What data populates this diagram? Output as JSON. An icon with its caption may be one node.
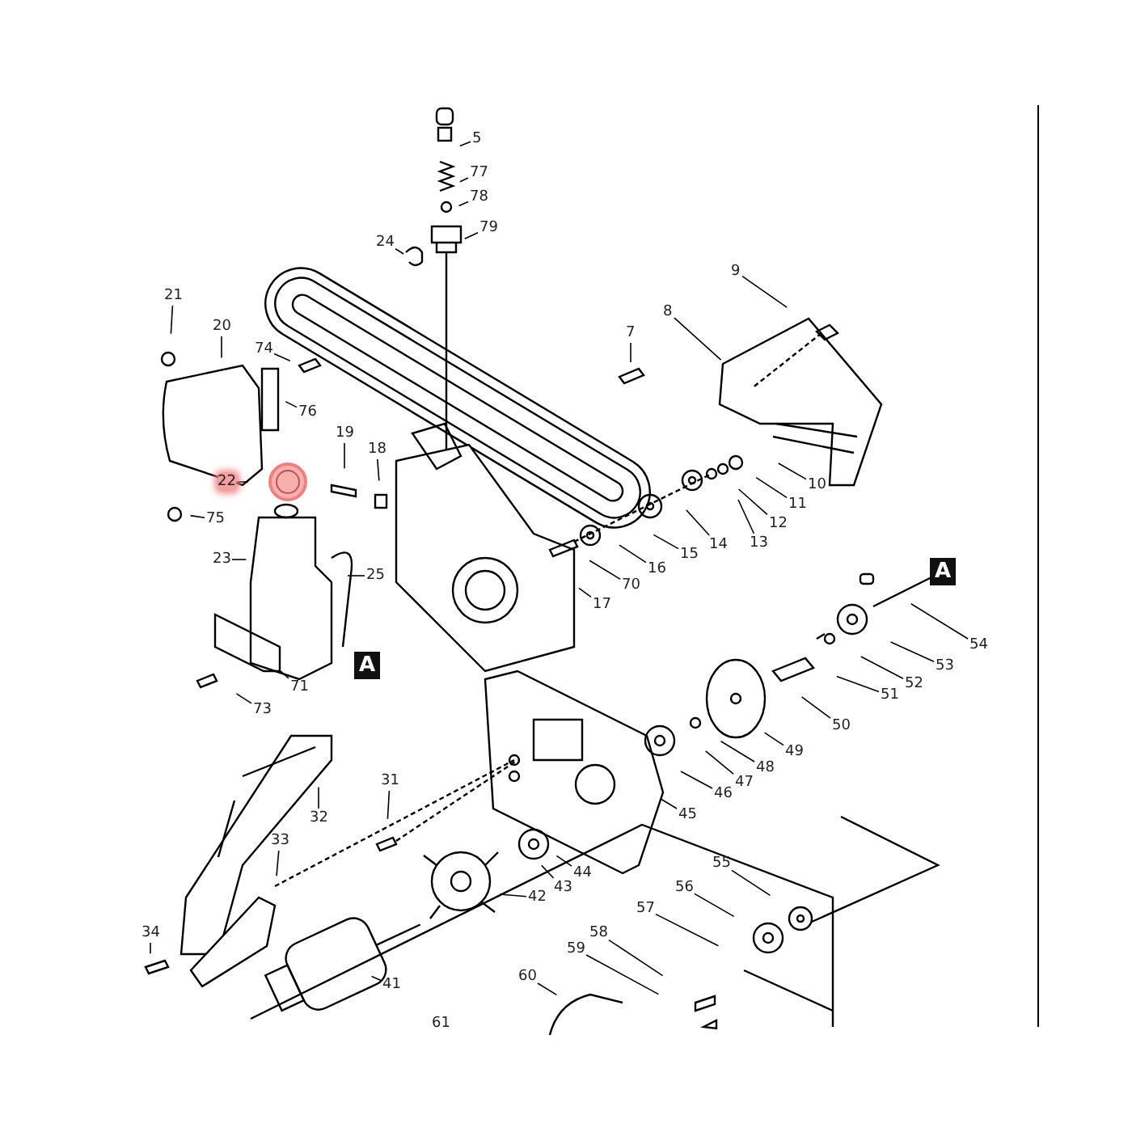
{
  "diagram": {
    "nodes": [
      {
        "text": [
          "5"
        ]
      },
      {
        "text": [
          "77"
        ]
      },
      {
        "text": [
          "78"
        ]
      },
      {
        "text": [
          "79"
        ]
      },
      {
        "text": [
          "24"
        ]
      },
      {
        "text": [
          "9"
        ]
      },
      {
        "text": [
          "8"
        ]
      },
      {
        "text": [
          "7"
        ]
      },
      {
        "text": [
          "21"
        ]
      },
      {
        "text": [
          "20"
        ]
      },
      {
        "text": [
          "74"
        ]
      },
      {
        "text": [
          "76"
        ]
      },
      {
        "text": [
          "19"
        ]
      },
      {
        "text": [
          "18"
        ]
      },
      {
        "text": [
          "22"
        ]
      },
      {
        "text": [
          "75"
        ]
      },
      {
        "text": [
          "10"
        ]
      },
      {
        "text": [
          "11"
        ]
      },
      {
        "text": [
          "12"
        ]
      },
      {
        "text": [
          "13"
        ]
      },
      {
        "text": [
          "14"
        ]
      },
      {
        "text": [
          "15"
        ]
      },
      {
        "text": [
          "16"
        ]
      },
      {
        "text": [
          "70"
        ]
      },
      {
        "text": [
          "17"
        ]
      },
      {
        "text": [
          "23"
        ]
      },
      {
        "text": [
          "25"
        ]
      },
      {
        "text": [
          "54"
        ]
      },
      {
        "text": [
          "53"
        ]
      },
      {
        "text": [
          "52"
        ]
      },
      {
        "text": [
          "51"
        ]
      },
      {
        "text": [
          "50"
        ]
      },
      {
        "text": [
          "49"
        ]
      },
      {
        "text": [
          "48"
        ]
      },
      {
        "text": [
          "47"
        ]
      },
      {
        "text": [
          "46"
        ]
      },
      {
        "text": [
          "45"
        ]
      },
      {
        "text": [
          "71"
        ]
      },
      {
        "text": [
          "73"
        ]
      },
      {
        "text": [
          "32"
        ]
      },
      {
        "text": [
          "31"
        ]
      },
      {
        "text": [
          "33"
        ]
      },
      {
        "text": [
          "44"
        ]
      },
      {
        "text": [
          "43"
        ]
      },
      {
        "text": [
          "42"
        ]
      },
      {
        "text": [
          "34"
        ]
      },
      {
        "text": [
          "41"
        ]
      },
      {
        "text": [
          "55"
        ]
      },
      {
        "text": [
          "56"
        ]
      },
      {
        "text": [
          "57"
        ]
      },
      {
        "text": [
          "58"
        ]
      },
      {
        "text": [
          "59"
        ]
      },
      {
        "text": [
          "60"
        ]
      }
    ],
    "edges": [
      {
        "from": 0,
        "to": null,
        "arrow": "none"
      },
      {
        "from": 1,
        "to": null,
        "arrow": "none"
      },
      {
        "from": 2,
        "to": null,
        "arrow": "none"
      },
      {
        "from": 3,
        "to": null,
        "arrow": "none"
      },
      {
        "from": 4,
        "to": null,
        "arrow": "none"
      },
      {
        "from": 5,
        "to": null,
        "arrow": "none"
      },
      {
        "from": 6,
        "to": null,
        "arrow": "none"
      },
      {
        "from": 7,
        "to": null,
        "arrow": "none"
      },
      {
        "from": 8,
        "to": null,
        "arrow": "none"
      },
      {
        "from": 9,
        "to": null,
        "arrow": "none"
      },
      {
        "from": 10,
        "to": null,
        "arrow": "none"
      },
      {
        "from": 11,
        "to": null,
        "arrow": "none"
      },
      {
        "from": 12,
        "to": null,
        "arrow": "none"
      },
      {
        "from": 13,
        "to": null,
        "arrow": "none"
      },
      {
        "from": 14,
        "to": null,
        "arrow": "none"
      },
      {
        "from": 15,
        "to": null,
        "arrow": "none"
      },
      {
        "from": 16,
        "to": null,
        "arrow": "none"
      },
      {
        "from": 17,
        "to": null,
        "arrow": "none"
      },
      {
        "from": 18,
        "to": null,
        "arrow": "none"
      },
      {
        "from": 19,
        "to": null,
        "arrow": "none"
      },
      {
        "from": 20,
        "to": null,
        "arrow": "none"
      },
      {
        "from": 21,
        "to": null,
        "arrow": "none"
      },
      {
        "from": 22,
        "to": null,
        "arrow": "none"
      },
      {
        "from": 23,
        "to": null,
        "arrow": "none"
      },
      {
        "from": 24,
        "to": null,
        "arrow": "none"
      },
      {
        "from": 25,
        "to": null,
        "arrow": "none"
      },
      {
        "from": 26,
        "to": null,
        "arrow": "none"
      },
      {
        "from": 27,
        "to": null,
        "arrow": "none"
      },
      {
        "from": 28,
        "to": null,
        "arrow": "none"
      },
      {
        "from": 29,
        "to": null,
        "arrow": "none"
      },
      {
        "from": 30,
        "to": null,
        "arrow": "none"
      },
      {
        "from": 31,
        "to": null,
        "arrow": "none"
      },
      {
        "from": 32,
        "to": null,
        "arrow": "none"
      },
      {
        "from": 33,
        "to": null,
        "arrow": "none"
      },
      {
        "from": 34,
        "to": null,
        "arrow": "none"
      },
      {
        "from": 35,
        "to": null,
        "arrow": "none"
      },
      {
        "from": 36,
        "to": null,
        "arrow": "none"
      },
      {
        "from": 37,
        "to": null,
        "arrow": "none"
      },
      {
        "from": 38,
        "to": null,
        "arrow": "none"
      },
      {
        "from": 39,
        "to": null,
        "arrow": "none"
      },
      {
        "from": 40,
        "to": null,
        "arrow": "none"
      },
      {
        "from": 41,
        "to": null,
        "arrow": "none"
      },
      {
        "from": 42,
        "to": null,
        "arrow": "none"
      },
      {
        "from": 43,
        "to": null,
        "arrow": "none"
      },
      {
        "from": 44,
        "to": null,
        "arrow": "none"
      },
      {
        "from": 45,
        "to": null,
        "arrow": "none"
      },
      {
        "from": 46,
        "to": null,
        "arrow": "none"
      },
      {
        "from": 47,
        "to": null,
        "arrow": "none"
      },
      {
        "from": 48,
        "to": null,
        "arrow": "none"
      },
      {
        "from": 49,
        "to": null,
        "arrow": "none"
      },
      {
        "from": 50,
        "to": null,
        "arrow": "none"
      },
      {
        "from": 51,
        "to": null,
        "arrow": "none"
      },
      {
        "from": 52,
        "to": null,
        "arrow": "none"
      }
    ],
    "labels": [
      "A",
      "A",
      "61"
    ]
  }
}
